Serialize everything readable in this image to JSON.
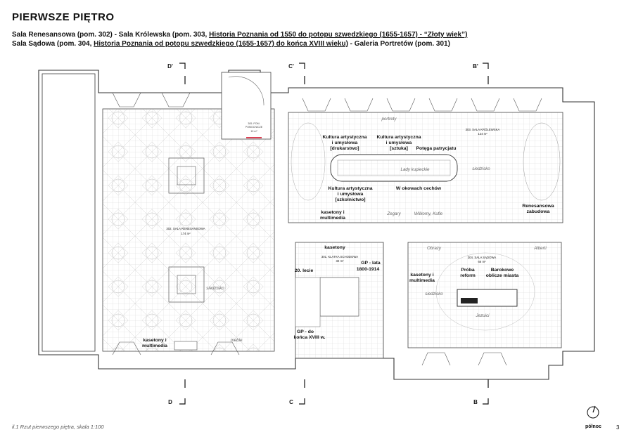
{
  "header": {
    "title": "PIERWSZE PIĘTRO",
    "line1_a": "Sala Renesansowa (pom. 302)  -  Sala Królewska (pom. 303, ",
    "line1_link": "Historia Poznania od 1550 do potopu szwedzkiego (1655-1657) - “Złoty wiek”)",
    "line2_a": "Sala Sądowa (pom. 304, ",
    "line2_link": "Historia Poznania od potopu szwedzkiego (1655-1657) do końca XVIII wieku)",
    "line2_b": "  -  Galeria Portretów (pom. 301)"
  },
  "sections": {
    "top_d": "D'",
    "top_c": "C'",
    "top_b": "B'",
    "bottom_d": "D",
    "bottom_c": "C",
    "bottom_b": "B"
  },
  "rooms": {
    "renesansowa": {
      "name": "302. SALA RENESANSOWA",
      "area": "174 m²"
    },
    "pom305": {
      "name1": "305. POM.",
      "name2": "POMOCNICZE",
      "area": "10 m²"
    },
    "krolewska": {
      "name": "303. SALA KRÓLEWSKA",
      "area": "124 m²"
    },
    "klatka": {
      "name": "301. KLATKA SCHODOWA",
      "area": "32 m²"
    },
    "sadowa": {
      "name": "304. SALA SĄDOWA",
      "area": "66 m²"
    }
  },
  "labels": {
    "kult1_a": "Kultura artystyczna",
    "kult1_b": "i umysłowa",
    "kult1_c": "[drukarstwo]",
    "kult2_a": "Kultura artystyczna",
    "kult2_b": "i umysłowa",
    "kult2_c": "[sztuka]",
    "potega": "Potęga patrycjatu",
    "kult3_a": "Kultura artystyczna",
    "kult3_b": "i umysłowa",
    "kult3_c": "[szkolnictwo]",
    "okowy": "W okowach cechów",
    "kasetony1_a": "kasetony i",
    "kasetony1_b": "multimedia",
    "kasetony2": "kasetony",
    "gp1_a": "GP - lata",
    "gp1_b": "1800-1914",
    "lecie": "20. lecie",
    "gp2_a": "GP - do",
    "gp2_b": "końca XVIII w.",
    "kasetony3_a": "kasetony i",
    "kasetony3_b": "multimedia",
    "kasetony4_a": "kasetony i",
    "kasetony4_b": "multimedia",
    "proba_a": "Próba",
    "proba_b": "reform",
    "barokowe_a": "Barokowe",
    "barokowe_b": "oblicze miasta",
    "renesansowa_zab_a": "Renesansowa",
    "renesansowa_zab_b": "zabudowa"
  },
  "italic_labels": {
    "portrety": "portrety",
    "lady": "Lady kupieckie",
    "siedzisko1": "siedzisko",
    "zegary": "Zegary",
    "wilkomy": "Wilkomy, Kufle",
    "siedzisko2": "siedzisko",
    "meble": "meble",
    "obrazy": "Obrazy",
    "alberti": "Alberti",
    "siedzisko3": "siedzisko",
    "jezuici": "Jezuici"
  },
  "footer": {
    "caption": "il.1 Rzut pierwszego piętra, skala 1:100",
    "page": "3",
    "north": "północ"
  },
  "colors": {
    "wall": "#333333",
    "grid": "#d9d9d9",
    "accent": "#d0021b"
  }
}
